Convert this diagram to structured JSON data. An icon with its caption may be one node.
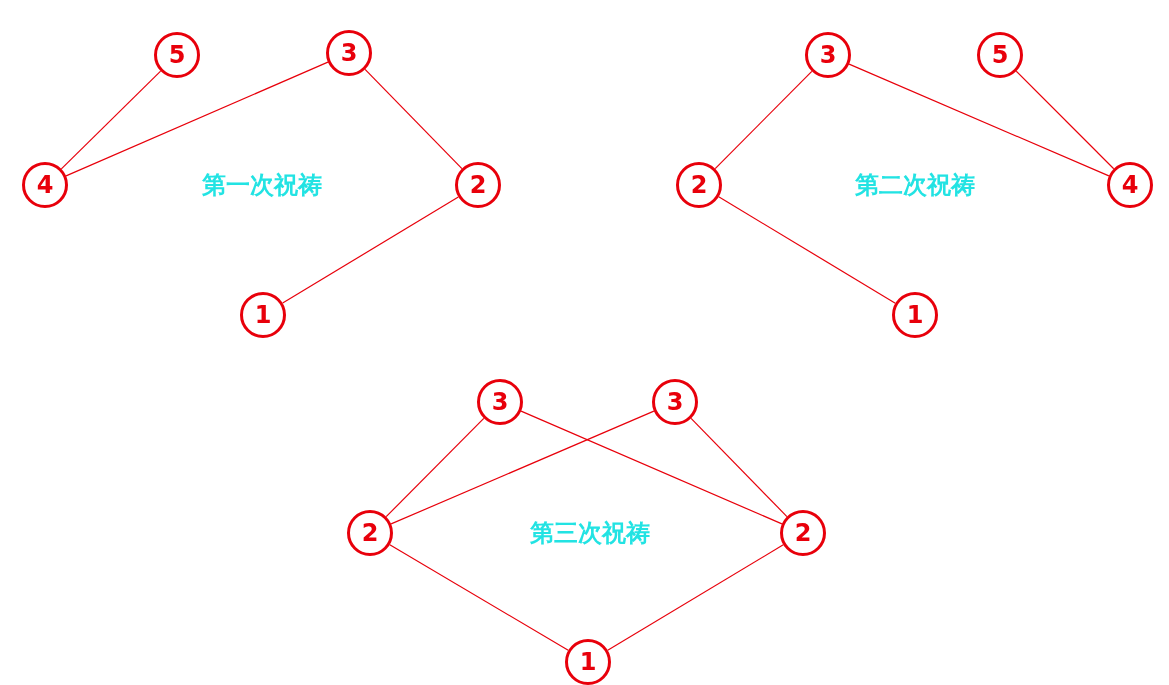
{
  "diagram": {
    "nodes": [
      {
        "text": [
          "5"
        ]
      },
      {
        "text": [
          "3"
        ]
      },
      {
        "text": [
          "3"
        ]
      },
      {
        "text": [
          "5"
        ]
      },
      {
        "text": [
          "4"
        ]
      },
      {
        "text": [
          "2"
        ]
      },
      {
        "text": [
          "2"
        ]
      },
      {
        "text": [
          "4"
        ]
      },
      {
        "text": [
          "1"
        ]
      },
      {
        "text": [
          "1"
        ]
      },
      {
        "text": [
          "3"
        ]
      },
      {
        "text": [
          "3"
        ]
      },
      {
        "text": [
          "2"
        ]
      },
      {
        "text": [
          "2"
        ]
      },
      {
        "text": [
          "1"
        ]
      }
    ],
    "edges": [
      {
        "from": 0,
        "to": 4,
        "arrow": "none"
      },
      {
        "from": 4,
        "to": 1,
        "arrow": "none"
      },
      {
        "from": 1,
        "to": 5,
        "arrow": "none"
      },
      {
        "from": 5,
        "to": 8,
        "arrow": "none"
      },
      {
        "from": 2,
        "to": 6,
        "arrow": "none"
      },
      {
        "from": 2,
        "to": 7,
        "arrow": "none"
      },
      {
        "from": 3,
        "to": 7,
        "arrow": "none"
      },
      {
        "from": 6,
        "to": 9,
        "arrow": "none"
      },
      {
        "from": 10,
        "to": 12,
        "arrow": "none"
      },
      {
        "from": 10,
        "to": 13,
        "arrow": "none"
      },
      {
        "from": 11,
        "to": 12,
        "arrow": "none"
      },
      {
        "from": 11,
        "to": 13,
        "arrow": "none"
      },
      {
        "from": 12,
        "to": 14,
        "arrow": "none"
      },
      {
        "from": 13,
        "to": 14,
        "arrow": "none"
      }
    ],
    "labels": [
      "第一次祝祷",
      "第二次祝祷",
      "第三次祝祷"
    ]
  }
}
